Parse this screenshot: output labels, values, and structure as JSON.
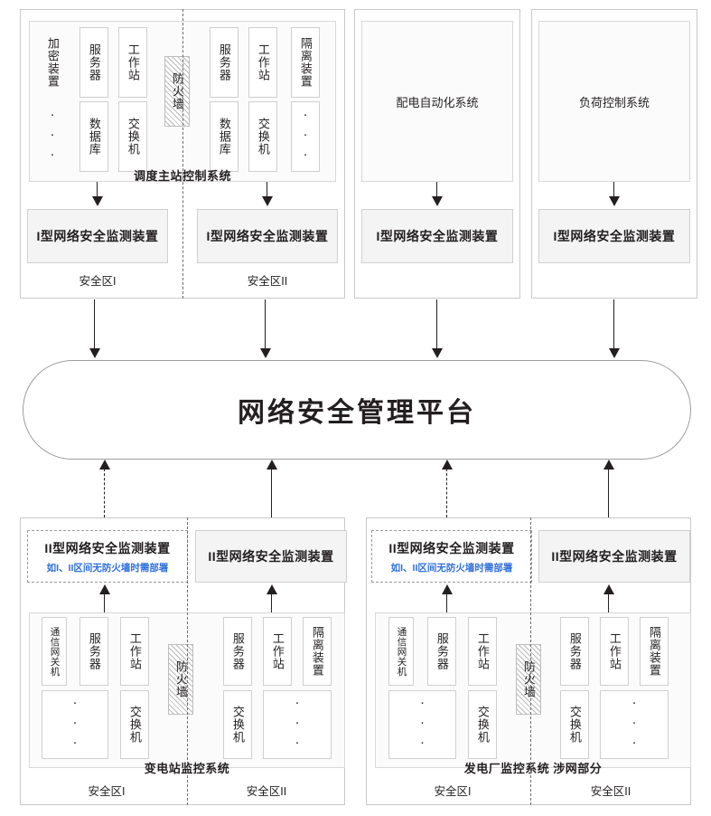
{
  "diagram": {
    "platform": {
      "title": "网络安全管理平台"
    },
    "labels": {
      "zone_1": "安全区I",
      "zone_2": "安全区II",
      "firewall": "防火墙",
      "dots": "···",
      "type1_monitor": "I型网络安全监测装置",
      "type2_monitor": "II型网络安全监测装置",
      "type2_note": "如I、II区间无防火墙时需部署"
    },
    "top": {
      "dispatch": {
        "caption": "调度主站控制系统",
        "zone1": {
          "encryption_label": "加密装置",
          "devices_row1": [
            "服务器",
            "工作站"
          ],
          "devices_row2": [
            "数据库",
            "交换机"
          ],
          "monitor": "I型网络安全监测装置",
          "zone_label": "安全区I"
        },
        "zone2": {
          "devices_row1": [
            "服务器",
            "工作站",
            "隔离装置"
          ],
          "devices_row2": [
            "数据库",
            "交换机"
          ],
          "monitor": "I型网络安全监测装置",
          "zone_label": "安全区II"
        }
      },
      "distribution": {
        "title": "配电自动化系统",
        "monitor": "I型网络安全监测装置"
      },
      "load": {
        "title": "负荷控制系统",
        "monitor": "I型网络安全监测装置"
      }
    },
    "bottom": {
      "substation": {
        "caption": "变电站监控系统",
        "zone1": {
          "monitor": "II型网络安全监测装置",
          "monitor_note": "如I、II区间无防火墙时需部署",
          "devices_row1": [
            "通信网关机",
            "服务器",
            "工作站"
          ],
          "devices_row2": [
            "交换机"
          ],
          "zone_label": "安全区I"
        },
        "zone2": {
          "monitor": "II型网络安全监测装置",
          "devices_row1": [
            "服务器",
            "工作站",
            "隔离装置"
          ],
          "devices_row2": [
            "交换机"
          ],
          "zone_label": "安全区II"
        }
      },
      "powerplant": {
        "caption": "发电厂监控系统  涉网部分",
        "zone1": {
          "monitor": "II型网络安全监测装置",
          "monitor_note": "如I、II区间无防火墙时需部署",
          "devices_row1": [
            "通信网关机",
            "服务器",
            "工作站"
          ],
          "devices_row2": [
            "交换机"
          ],
          "zone_label": "安全区I"
        },
        "zone2": {
          "monitor": "II型网络安全监测装置",
          "devices_row1": [
            "服务器",
            "工作站",
            "隔离装置"
          ],
          "devices_row2": [
            "交换机"
          ],
          "zone_label": "安全区II"
        }
      }
    }
  }
}
